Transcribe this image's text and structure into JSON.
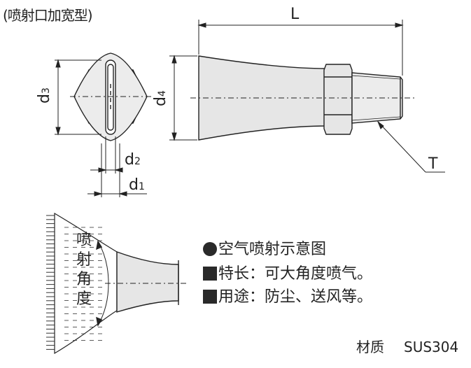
{
  "title": "(喷射口加宽型)",
  "labels": {
    "L": "L",
    "d3_main": "d",
    "d3_sub": "3",
    "d4_main": "d",
    "d4_sub": "4",
    "d2_main": "d",
    "d2_sub": "2",
    "d1_main": "d",
    "d1_sub": "1",
    "T": "T",
    "spray_angle": [
      "喷",
      "射",
      "角",
      "度"
    ]
  },
  "legend": {
    "item1": "空气喷射示意图",
    "item2": "特长：可大角度喷气。",
    "item3": "用途：防尘、送风等。"
  },
  "material": {
    "label": "材质",
    "value": "SUS304"
  }
}
